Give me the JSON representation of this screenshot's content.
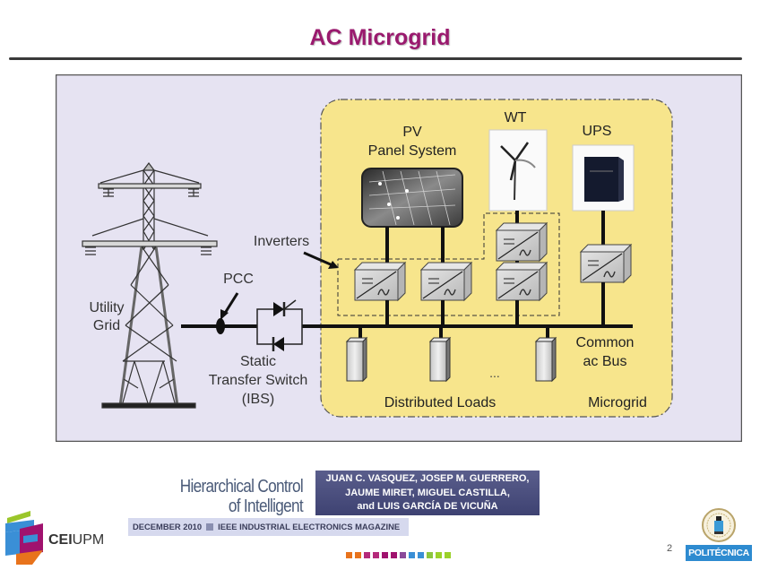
{
  "slide": {
    "title": "AC Microgrid",
    "page_number": "2",
    "title_color": "#9a1a6e"
  },
  "diagram": {
    "labels": {
      "utility_grid_line1": "Utility",
      "utility_grid_line2": "Grid",
      "pcc": "PCC",
      "static_switch_line1": "Static",
      "static_switch_line2": "Transfer Switch",
      "static_switch_line3": "(IBS)",
      "inverters": "Inverters",
      "pv_line1": "PV",
      "pv_line2": "Panel System",
      "wt": "WT",
      "ups": "UPS",
      "common_bus_line1": "Common",
      "common_bus_line2": "ac Bus",
      "distributed_loads": "Distributed Loads",
      "ellipsis": "...",
      "microgrid": "Microgrid"
    },
    "colors": {
      "outer_bg": "#e6e3f2",
      "microgrid_bg": "#f7e58c"
    }
  },
  "footer": {
    "article_title_line1": "Hierarchical Control",
    "article_title_line2": "of Intelligent Microgrids",
    "authors_line1": "JUAN C. VASQUEZ, JOSEP M. GUERRERO,",
    "authors_line2": "JAUME MIRET, MIGUEL CASTILLA,",
    "authors_line3": "and LUIS GARCÍA DE VICUÑA",
    "issue_date": "DECEMBER 2010",
    "magazine": "IEEE INDUSTRIAL ELECTRONICS MAGAZINE",
    "cei_bold": "CEI",
    "cei_light": "UPM",
    "university_badge": "POLITÉCNICA",
    "dot_colors": [
      "#e8731c",
      "#e8731c",
      "#b5297a",
      "#b5297a",
      "#a0126e",
      "#a0126e",
      "#8a4a9a",
      "#3a8fd6",
      "#3a8fd6",
      "#8cc63e",
      "#9bd12a",
      "#9bd12a"
    ]
  }
}
